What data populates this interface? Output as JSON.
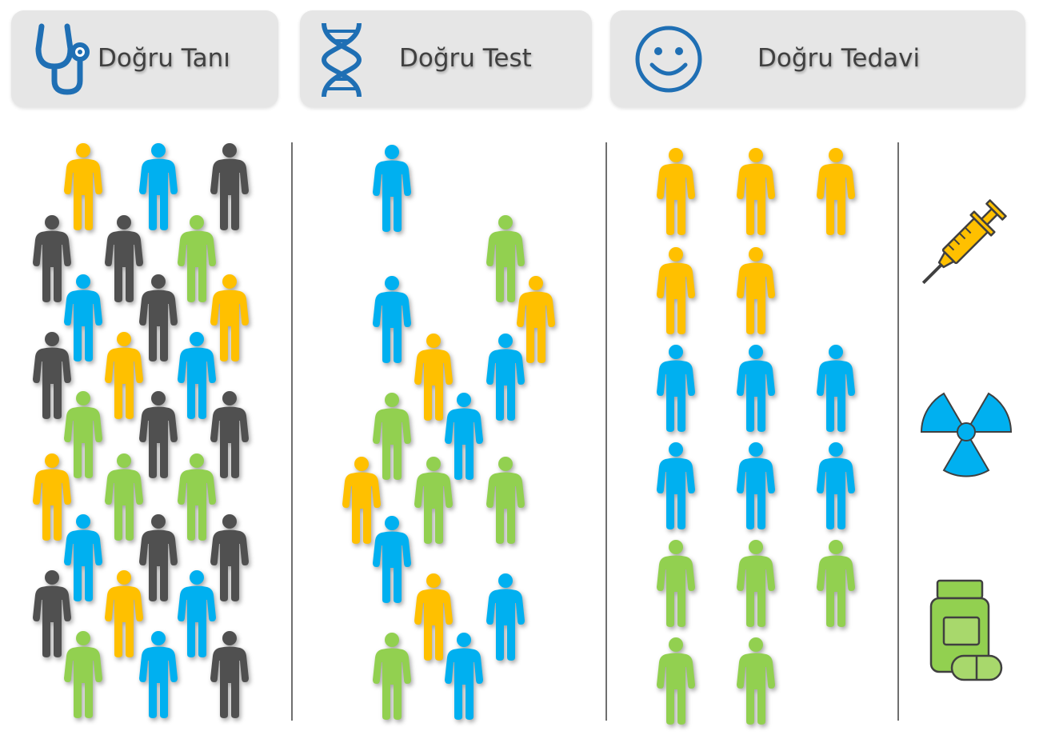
{
  "headers": [
    {
      "label": "Doğru Tanı",
      "icon": "stethoscope-icon"
    },
    {
      "label": "Doğru Test",
      "icon": "dna-icon"
    },
    {
      "label": "Doğru Tedavi",
      "icon": "smiley-icon"
    }
  ],
  "colors": {
    "yellow": "#ffc000",
    "blue": "#00b0f0",
    "green": "#92d050",
    "gray": "#505050",
    "icon_blue": "#1f6fb4",
    "header_bg": "#e6e6e6",
    "header_text": "#404040"
  },
  "columns": {
    "diagnosis": {
      "people": [
        "yellow",
        "blue",
        "gray",
        "gray",
        "gray",
        "green",
        "blue",
        "gray",
        "yellow",
        "gray",
        "yellow",
        "blue",
        "green",
        "gray",
        "gray",
        "yellow",
        "green",
        "green",
        "blue",
        "gray",
        "gray",
        "gray",
        "yellow",
        "blue",
        "green",
        "blue",
        "gray"
      ]
    },
    "test": {
      "people": [
        "blue",
        "green",
        "blue",
        "yellow",
        "yellow",
        "blue",
        "green",
        "blue",
        "yellow",
        "green",
        "green",
        "blue",
        "yellow",
        "blue",
        "green",
        "blue"
      ]
    },
    "treatment": {
      "people": [
        "yellow",
        "yellow",
        "yellow",
        "yellow",
        "yellow",
        "blue",
        "blue",
        "blue",
        "blue",
        "blue",
        "blue",
        "green",
        "green",
        "green",
        "green",
        "green"
      ]
    }
  },
  "treatment_icons": [
    "syringe-icon",
    "radiation-icon",
    "pill-bottle-icon"
  ]
}
